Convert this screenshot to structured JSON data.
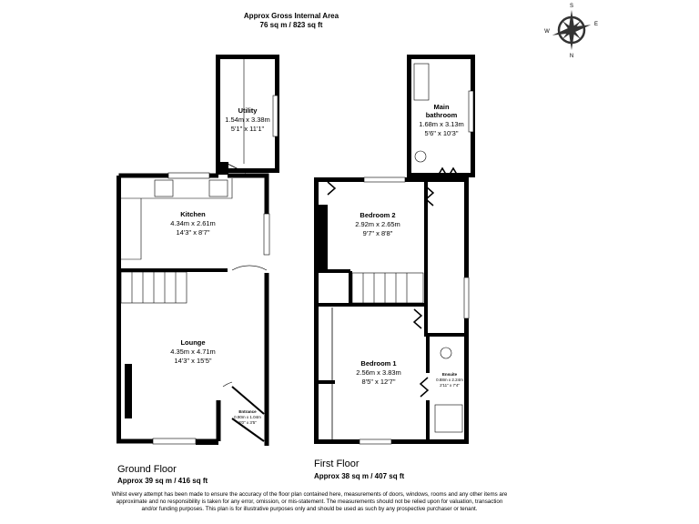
{
  "header": {
    "title": "Approx Gross Internal Area",
    "area": "76 sq m / 823 sq ft"
  },
  "compass": {
    "icon": "compass-rose-icon",
    "labels": [
      "S",
      "W",
      "E",
      "N"
    ]
  },
  "ground_floor": {
    "title": "Ground Floor",
    "area": "Approx 39 sq m / 416 sq ft",
    "rooms": [
      {
        "name": "Utility",
        "metric": "1.54m x 3.38m",
        "imperial": "5'1\" x 11'1\""
      },
      {
        "name": "Kitchen",
        "metric": "4.34m x 2.61m",
        "imperial": "14'3\" x 8'7\""
      },
      {
        "name": "Lounge",
        "metric": "4.35m x 4.71m",
        "imperial": "14'3\" x 15'5\""
      },
      {
        "name": "Entrance",
        "metric": "0.90m x 1.04m",
        "imperial": "3'0\" x 3'5\""
      }
    ]
  },
  "first_floor": {
    "title": "First Floor",
    "area": "Approx 38 sq m / 407 sq ft",
    "rooms": [
      {
        "name": "Main bathroom",
        "name_line1": "Main",
        "name_line2": "bathroom",
        "metric": "1.68m x 3.13m",
        "imperial": "5'6\" x 10'3\""
      },
      {
        "name": "Bedroom 2",
        "metric": "2.92m x 2.65m",
        "imperial": "9'7\" x 8'8\""
      },
      {
        "name": "Bedroom 1",
        "metric": "2.56m x 3.83m",
        "imperial": "8'5\" x 12'7\""
      },
      {
        "name": "Ensuite",
        "metric": "0.88m x 2.24m",
        "imperial": "2'11\" x 7'4\""
      }
    ]
  },
  "disclaimer": "Whilst every attempt has been made to ensure the accuracy of the floor plan contained here, measurements of doors, windows, rooms and any other items are approximate and no responsibility is taken for any error, omission, or mis-statement. The measurements should not be relied upon for valuation, transaction and/or funding purposes. This plan is for illustrative purposes only and should be used as such by any prospective purchaser or tenant."
}
